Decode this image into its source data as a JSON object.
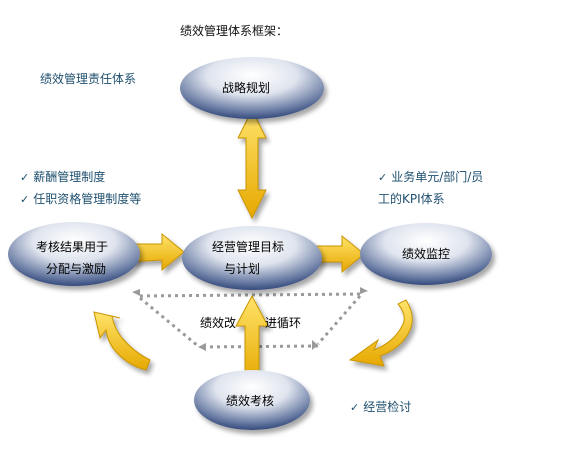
{
  "title": "绩效管理体系框架：",
  "responsibility_label": "绩效管理责任体系",
  "left_checklist": [
    "薪酬管理制度",
    "任职资格管理制度等"
  ],
  "right_checklist": {
    "line1": "业务单元/部门/员",
    "line2": "工的KPI体系"
  },
  "review_label": "经营检讨",
  "nodes": {
    "strategy": "战略规划",
    "target_line1": "经营管理目标",
    "target_line2": "与计划",
    "monitor": "绩效监控",
    "assessment": "绩效考核",
    "results_line1": "考核结果用于",
    "results_line2": "分配与激励"
  },
  "loop_label_left": "绩效改",
  "loop_label_right": "进循环",
  "colors": {
    "node_dark": "#2d4377",
    "node_light": "#ffffff",
    "arrow_yellow": "#f2be1a",
    "dotted_gray": "#9a9a9a",
    "text_blue": "#1e4f6e"
  },
  "check_icon": "check-icon"
}
